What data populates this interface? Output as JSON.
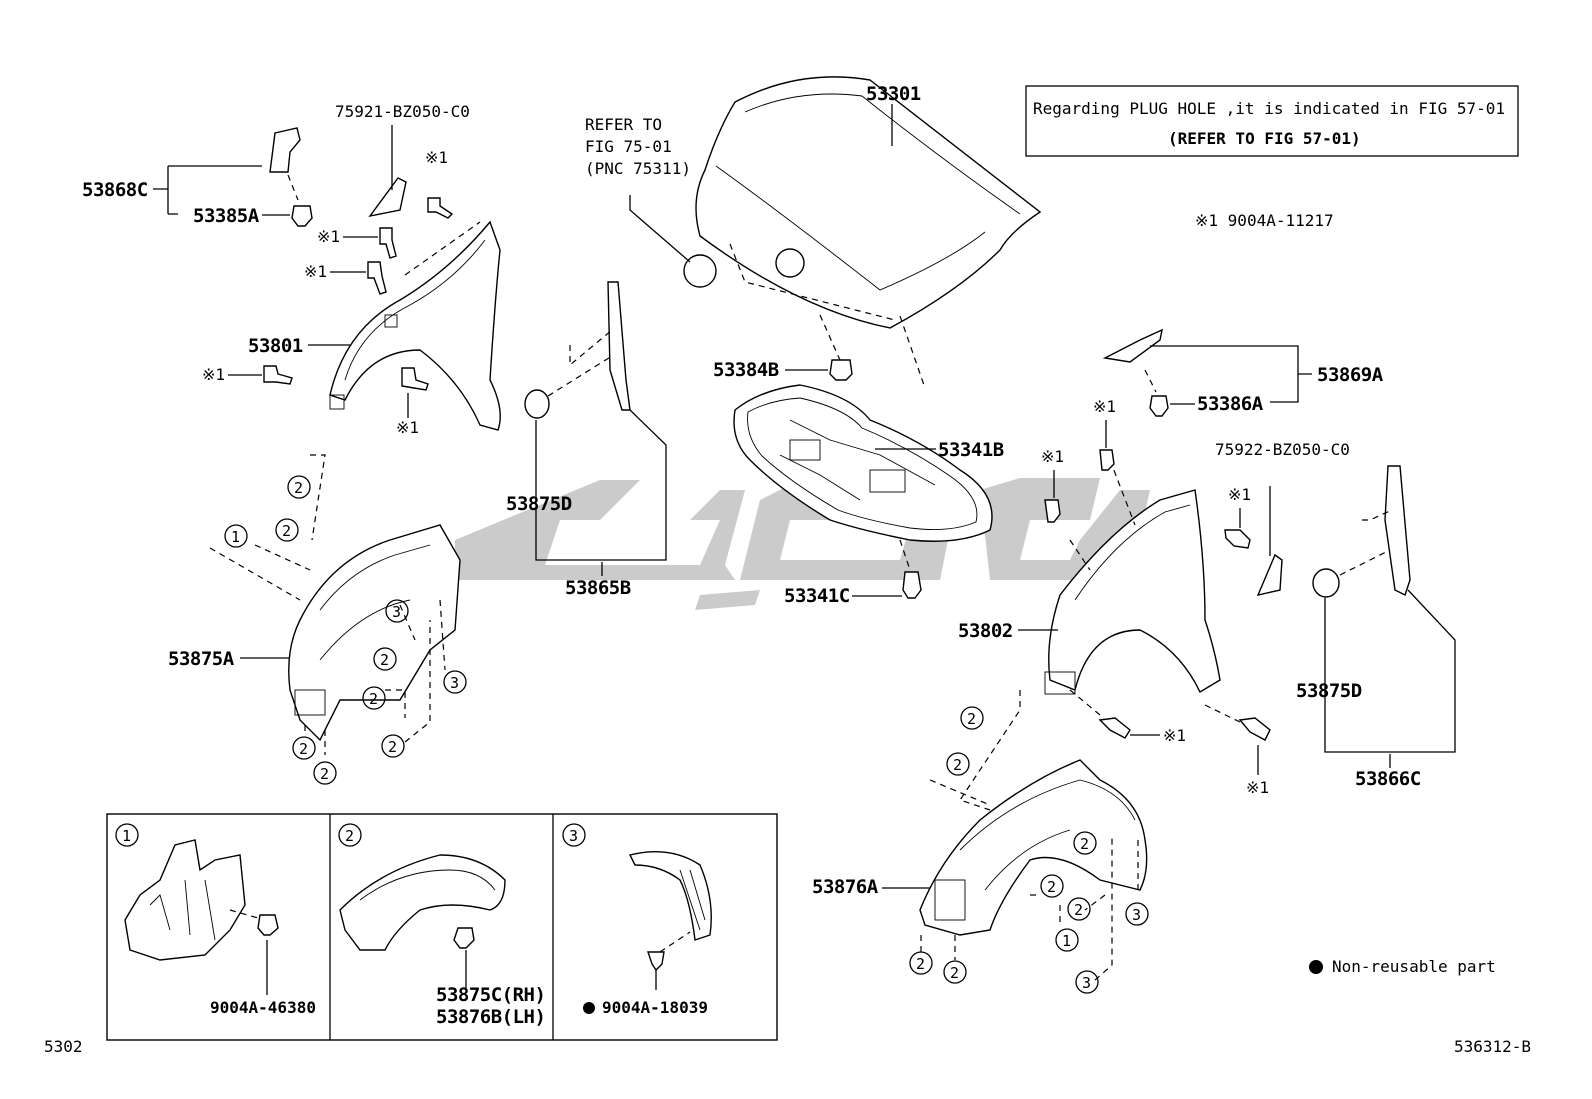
{
  "diagram": {
    "note_box": {
      "line1": "Regarding PLUG HOLE ,it is indicated in FIG 57-01",
      "line2": "(REFER TO FIG 57-01)"
    },
    "footnote_fastener": "※1 9004A-11217",
    "refer_note": [
      "REFER TO",
      "FIG 75-01",
      "(PNC 75311)"
    ],
    "labels": {
      "p53301": "53301",
      "p53868C": "53868C",
      "p53385A": "53385A",
      "p75921": "75921-BZ050-C0",
      "p53801": "53801",
      "p53384B": "53384B",
      "p53341B": "53341B",
      "p53341C": "53341C",
      "p53875D_left": "53875D",
      "p53865B": "53865B",
      "p53875A": "53875A",
      "p53869A": "53869A",
      "p53386A": "53386A",
      "p75922": "75922-BZ050-C0",
      "p53802": "53802",
      "p53875D_right": "53875D",
      "p53866C": "53866C",
      "p53876A": "53876A"
    },
    "mark1": "※1",
    "detail_boxes": [
      {
        "num": "1",
        "part": "9004A-46380"
      },
      {
        "num": "2",
        "part_rh": "53875C(RH)",
        "part_lh": "53876B(LH)"
      },
      {
        "num": "3",
        "part": "9004A-18039"
      }
    ],
    "legend": "Non-reusable part",
    "corner_left": "5302",
    "corner_right": "536312-B",
    "circled": {
      "one": "1",
      "two": "2",
      "three": "3"
    }
  }
}
